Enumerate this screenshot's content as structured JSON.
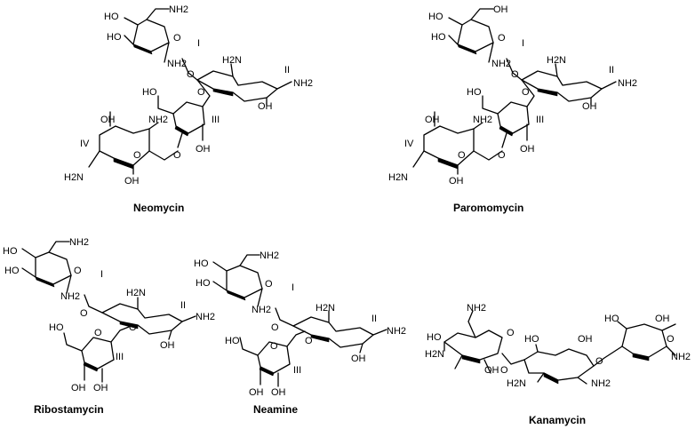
{
  "molecules": [
    {
      "name": "Neomycin",
      "atoms": [
        "HO",
        "HO",
        "NH2",
        "O",
        "I",
        "NH2",
        "H2N",
        "II",
        "NH2",
        "O",
        "HO",
        "O",
        "OH",
        "III",
        "OH",
        "OH",
        "NH2",
        "IV",
        "O",
        "O",
        "OH",
        "H2N"
      ]
    },
    {
      "name": "Paromomycin",
      "atoms": [
        "HO",
        "HO",
        "OH",
        "O",
        "I",
        "NH2",
        "H2N",
        "II",
        "NH2",
        "O",
        "HO",
        "O",
        "OH",
        "III",
        "OH",
        "OH",
        "NH2",
        "IV",
        "O",
        "O",
        "OH",
        "H2N"
      ]
    },
    {
      "name": "Ribostamycin",
      "atoms": [
        "HO",
        "HO",
        "NH2",
        "O",
        "I",
        "NH2",
        "O",
        "H2N",
        "II",
        "NH2",
        "OH",
        "HO",
        "O",
        "O",
        "III",
        "OH",
        "OH"
      ]
    },
    {
      "name": "Neamine",
      "atoms": [
        "HO",
        "HO",
        "NH2",
        "O",
        "I",
        "NH2",
        "O",
        "H2N",
        "II",
        "NH2",
        "OH",
        "HO",
        "O",
        "O",
        "III",
        "OH",
        "OH"
      ]
    },
    {
      "name": "Kanamycin",
      "atoms": [
        "NH2",
        "HO",
        "H2N",
        "O",
        "OH",
        "O",
        "HO",
        "OH",
        "H2N",
        "NH2",
        "O",
        "O",
        "HO",
        "OH",
        "NH2"
      ]
    }
  ]
}
